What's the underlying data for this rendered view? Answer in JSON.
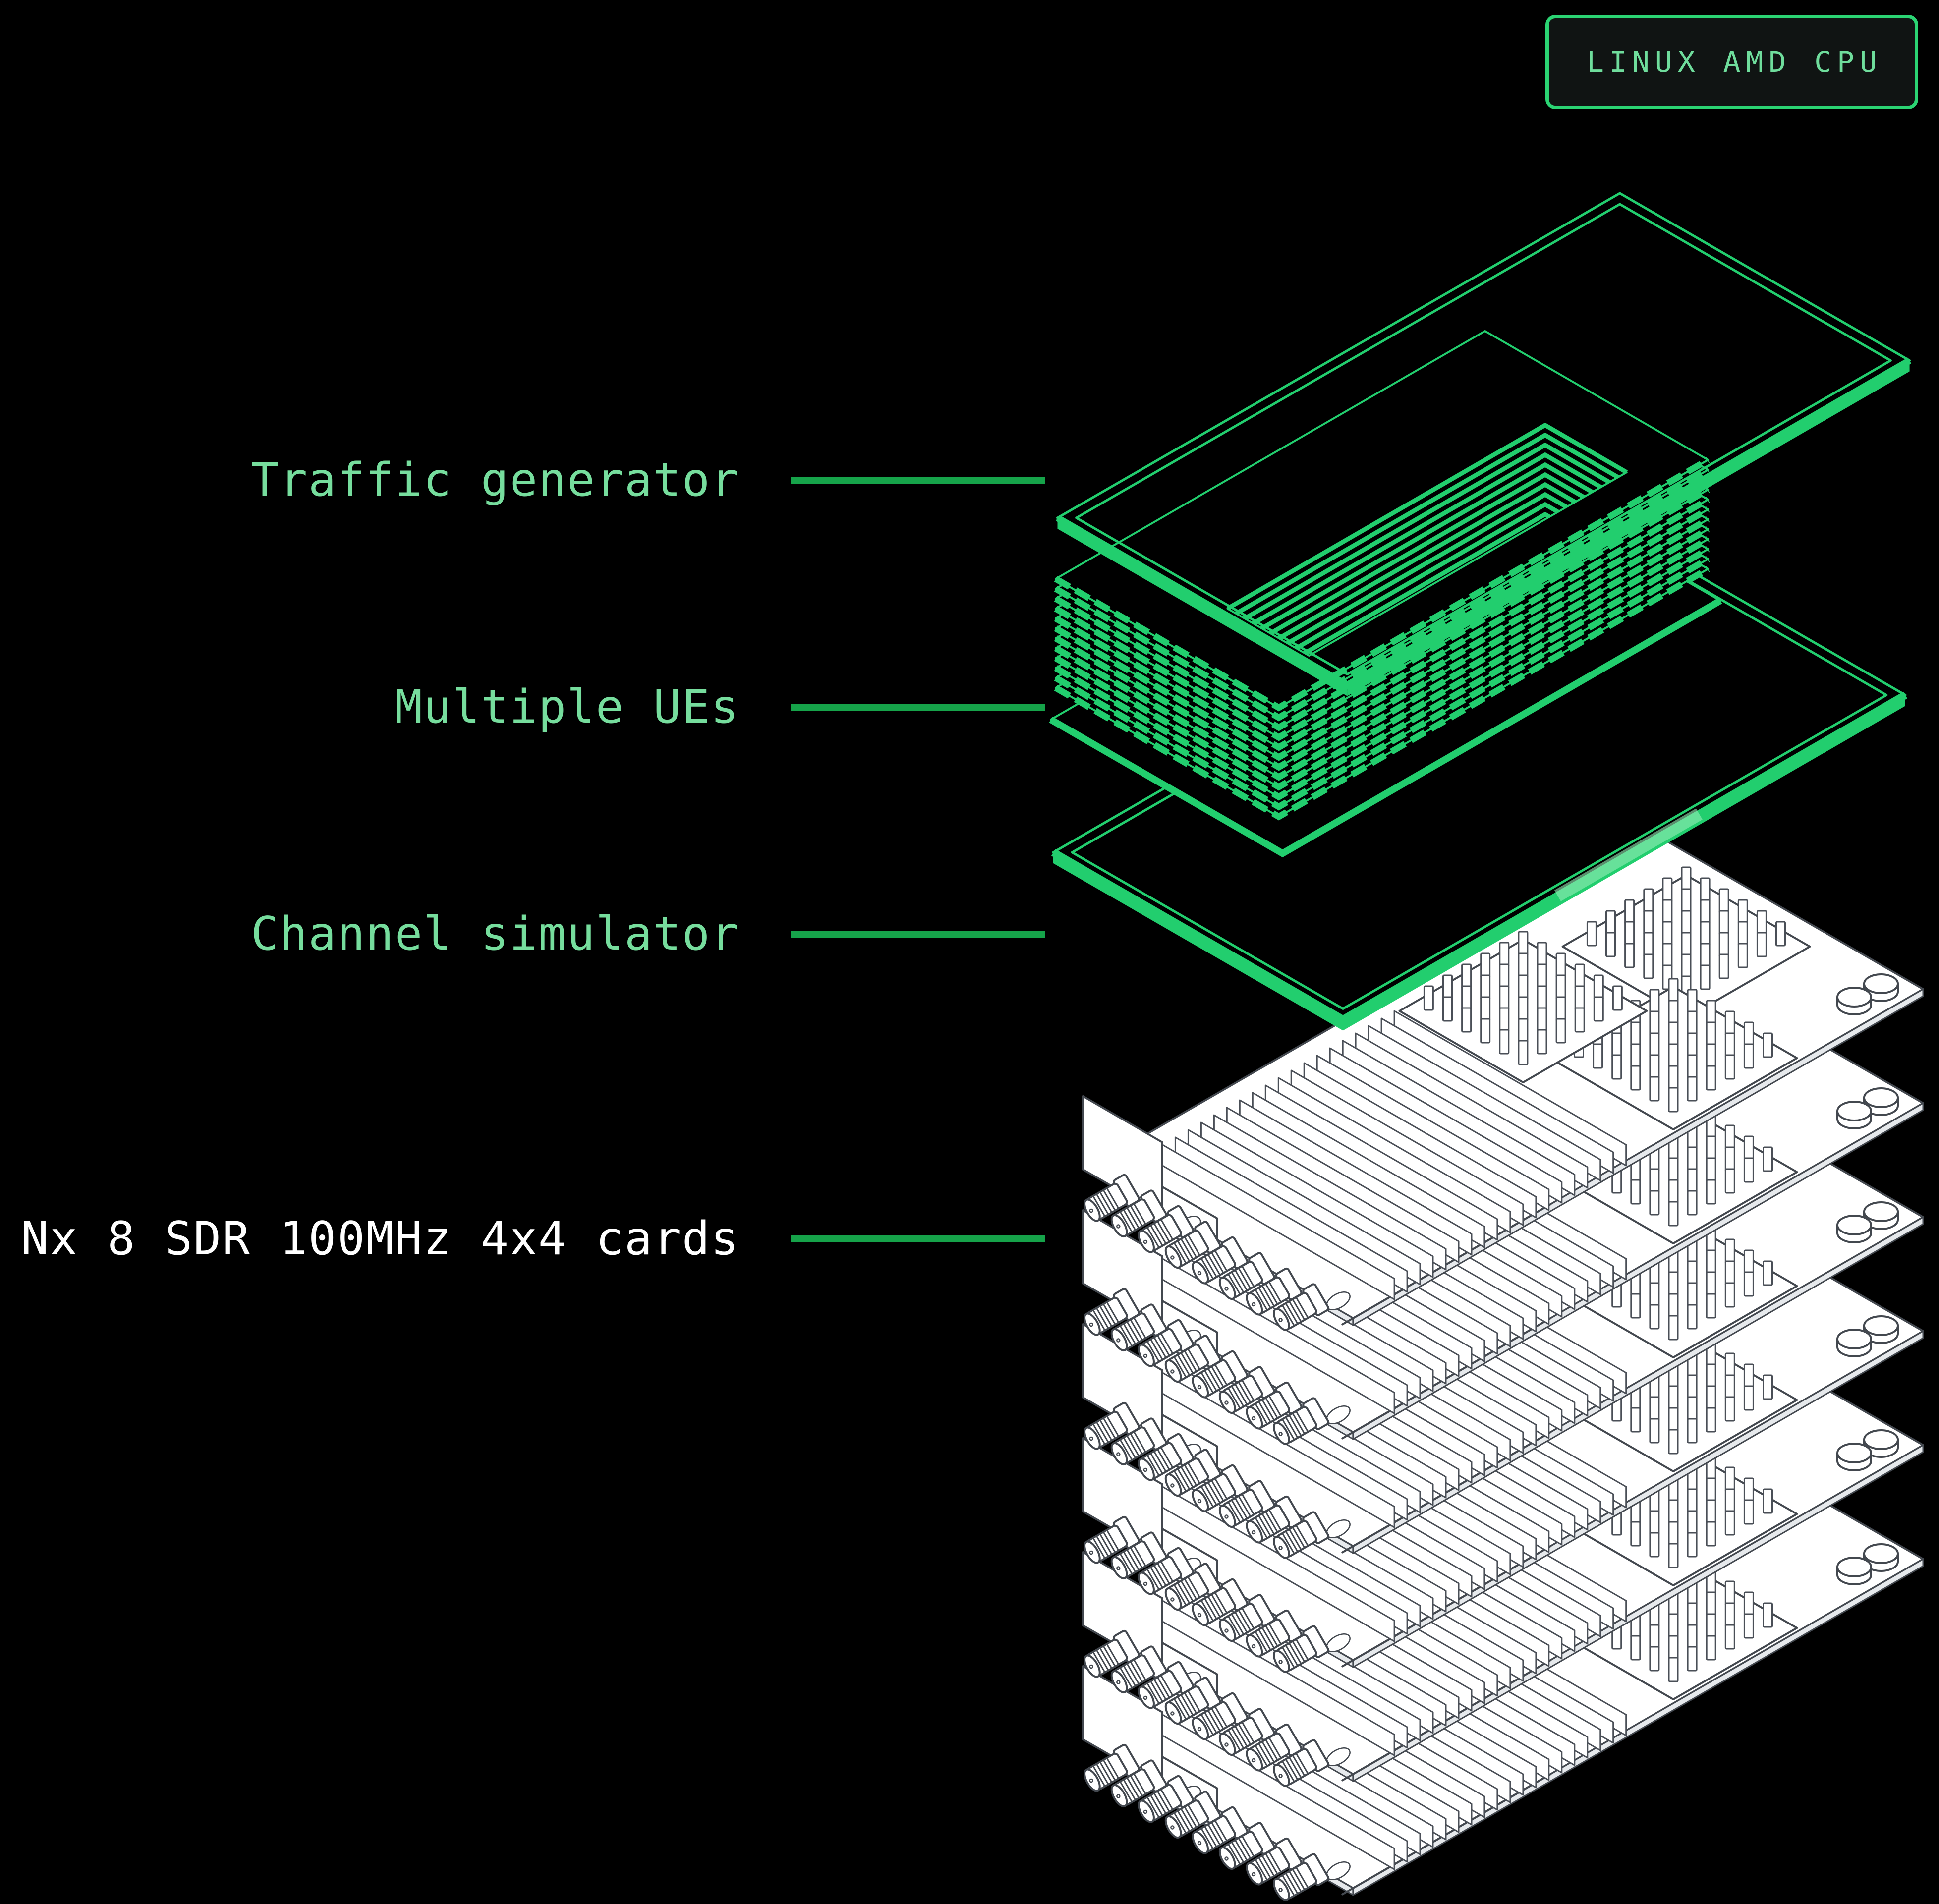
{
  "badge": {
    "label": "LINUX AMD CPU"
  },
  "labels": [
    {
      "id": "traffic-generator",
      "text": "Traffic generator"
    },
    {
      "id": "multiple-ues",
      "text": "Multiple UEs"
    },
    {
      "id": "channel-simulator",
      "text": "Channel simulator"
    },
    {
      "id": "sdr-cards",
      "text": "Nx 8 SDR 100MHz 4x4 cards"
    }
  ],
  "diagram": {
    "type": "isometric-exploded-stack",
    "parts": [
      {
        "name": "traffic-generator-panel",
        "appearance": "green wireframe slab"
      },
      {
        "name": "multiple-ues-stack",
        "layer_count": 12,
        "appearance": "dense stack of green wireframe boards with center cutout"
      },
      {
        "name": "channel-simulator-plate",
        "appearance": "green wireframe slab"
      },
      {
        "name": "sdr-card-stack",
        "card_count": 6,
        "appearance": "white outline PCIe SDR cards with 8 SMA connectors, fin heatsink, 3 pin heatsinks, PCIe edge connector, 2 capacitors each"
      }
    ]
  },
  "colors": {
    "background": "#000000",
    "diagram_green": "#22ce6e",
    "label_line_green": "#16a34a",
    "label_text_green": "#76dd9d",
    "label_text_white": "#ffffff",
    "card_outline_gray": "#43484f",
    "badge_border_green": "#2bd473",
    "badge_text_green": "#6fdd9c"
  }
}
